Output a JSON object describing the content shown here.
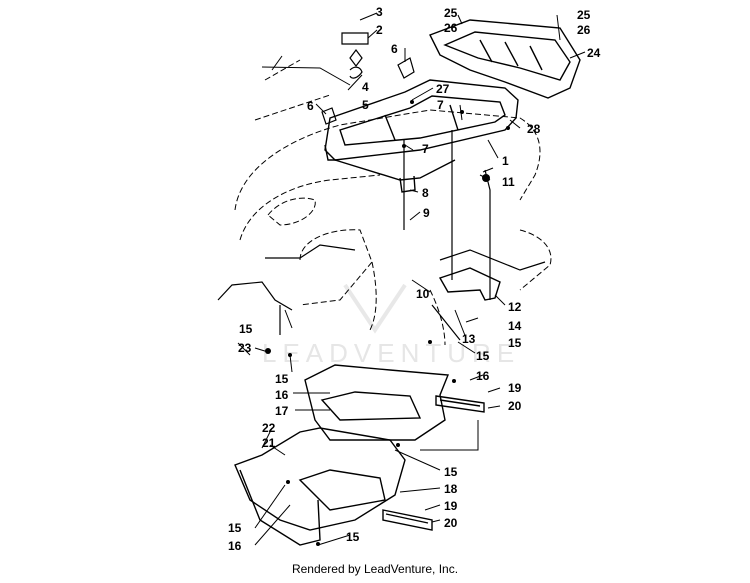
{
  "callouts": {
    "c1": "1",
    "c2": "2",
    "c3": "3",
    "c4": "4",
    "c5": "5",
    "c6a": "6",
    "c6b": "6",
    "c7a": "7",
    "c7b": "7",
    "c8": "8",
    "c9": "9",
    "c10": "10",
    "c11": "11",
    "c12": "12",
    "c13": "13",
    "c14": "14",
    "c15a": "15",
    "c15b": "15",
    "c15c": "15",
    "c15d": "15",
    "c15e": "15",
    "c15f": "15",
    "c15g": "15",
    "c16a": "16",
    "c16b": "16",
    "c16c": "16",
    "c17": "17",
    "c18": "18",
    "c19a": "19",
    "c19b": "19",
    "c20a": "20",
    "c20b": "20",
    "c21": "21",
    "c22": "22",
    "c23": "23",
    "c24": "24",
    "c25a": "25",
    "c25b": "25",
    "c26a": "26",
    "c26b": "26",
    "c27": "27",
    "c28": "28"
  },
  "watermark": "LEADVENTURE",
  "footer": "Rendered by LeadVenture, Inc."
}
